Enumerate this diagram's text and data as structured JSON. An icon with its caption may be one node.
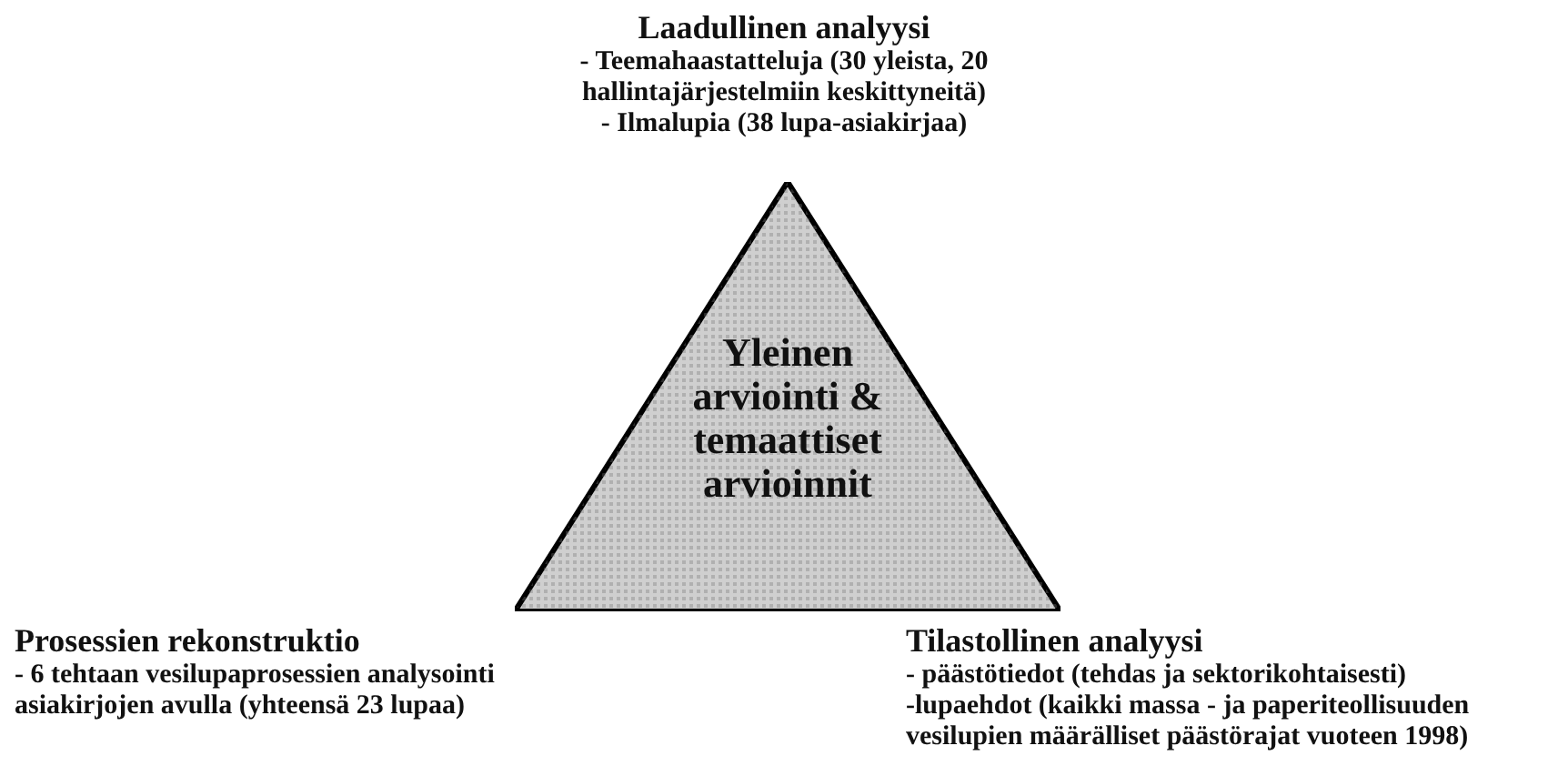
{
  "diagram": {
    "nodes": [
      {
        "text": [
          "Yleinen arviointi & temaattiset arvioinnit"
        ]
      }
    ],
    "edges": [],
    "labels": [
      "Laadullinen analyysi",
      "- Teemahaastatteluja (30 yleista, 20 hallintajärjestelmiin keskittyneitä)",
      "- Ilmalupia (38 lupa-asiakirjaa)",
      "Prosessien rekonstruktio",
      "- 6 tehtaan vesilupaprosessien analysointi asiakirjojen avulla (yhteensä 23 lupaa)",
      "Tilastollinen analyysi",
      "- päästötiedot (tehdas ja sektorikohtaisesti)",
      "-lupaehdot (kaikki massa - ja paperiteollisuuden vesilupien määrälliset päästörajat vuoteen 1998)"
    ]
  }
}
